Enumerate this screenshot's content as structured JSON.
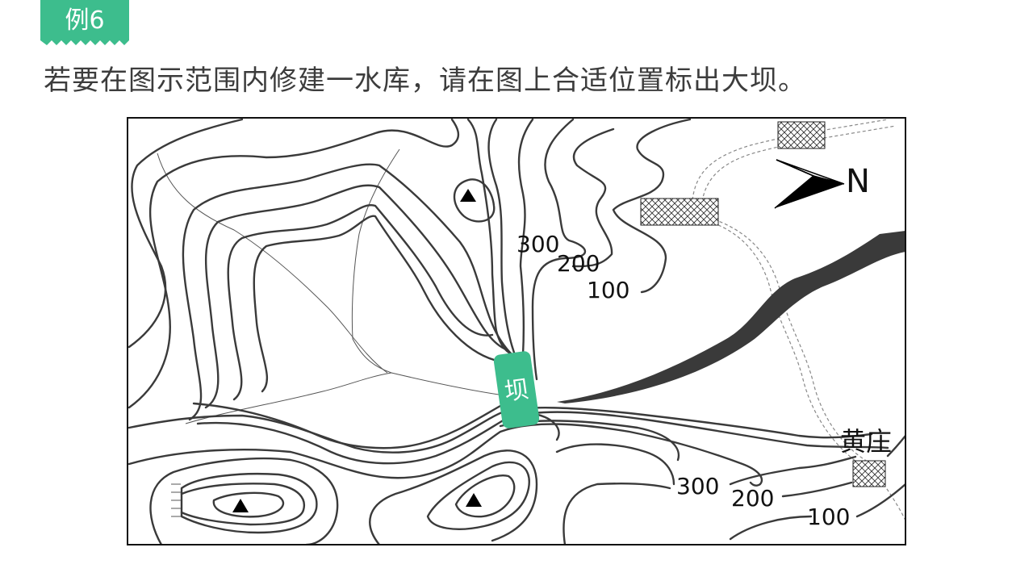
{
  "tag": {
    "label": "例6",
    "color": "#3dbd8d"
  },
  "question": "若要在图示范围内修建一水库，请在图上合适位置标出大坝。",
  "map": {
    "contour_labels_top": [
      "300",
      "200",
      "100"
    ],
    "contour_labels_bottom": [
      "300",
      "200",
      "100"
    ],
    "north_label": "N",
    "village_label": "黄庄",
    "dam_label": "坝",
    "dam_color": "#3dbd8d",
    "peak_icon": "triangle-peak-icon",
    "settlement_icon": "hatched-settlement-icon"
  }
}
